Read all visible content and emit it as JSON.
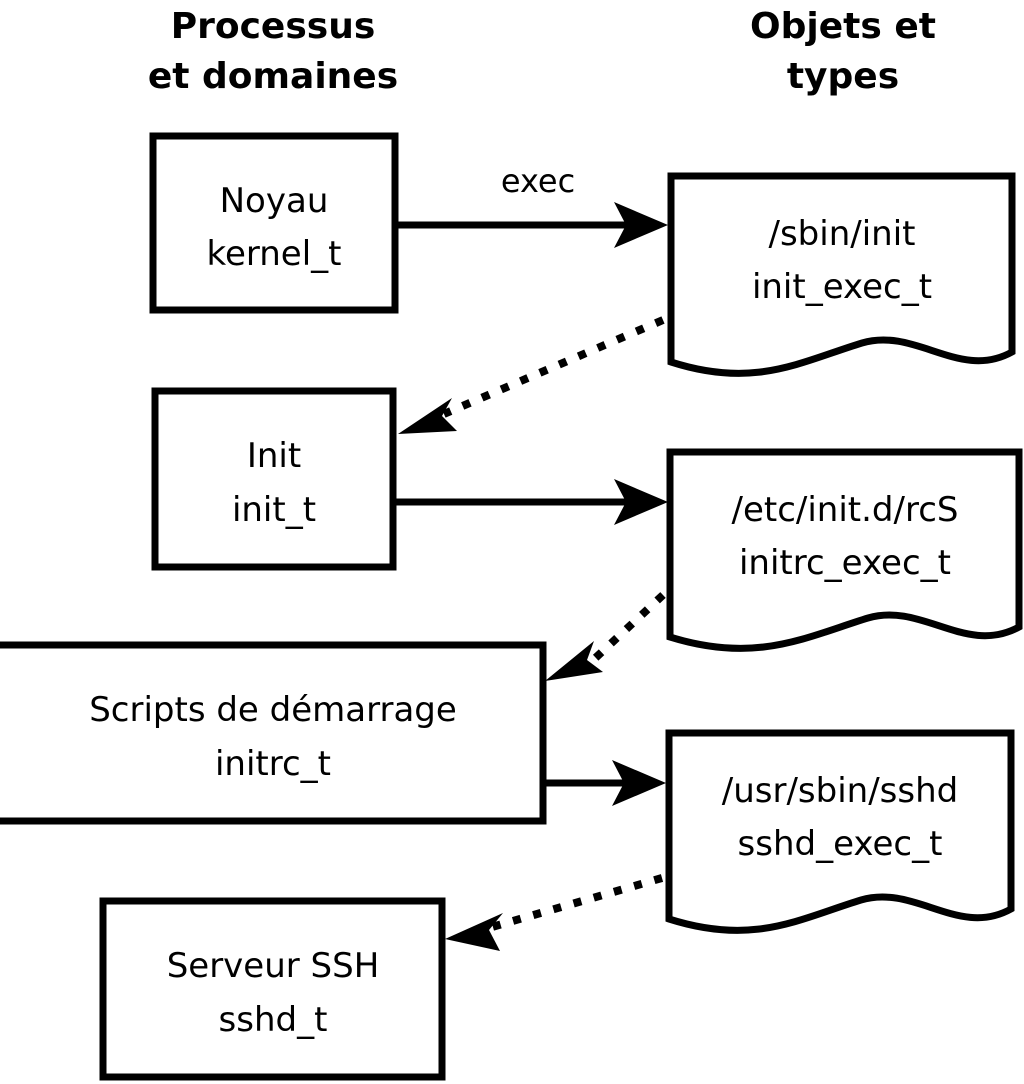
{
  "columns": {
    "left": {
      "line1": "Processus",
      "line2": "et domaines"
    },
    "right": {
      "line1": "Objets et",
      "line2": "types"
    }
  },
  "process_nodes": [
    {
      "id": "kernel",
      "line1": "Noyau",
      "line2": "kernel_t"
    },
    {
      "id": "init",
      "line1": "Init",
      "line2": "init_t"
    },
    {
      "id": "initrc",
      "line1": "Scripts de démarrage",
      "line2": "initrc_t"
    },
    {
      "id": "sshd",
      "line1": "Serveur SSH",
      "line2": "sshd_t"
    }
  ],
  "object_nodes": [
    {
      "id": "init_exec",
      "line1": "/sbin/init",
      "line2": "init_exec_t"
    },
    {
      "id": "initrc_exec",
      "line1": "/etc/init.d/rcS",
      "line2": "initrc_exec_t"
    },
    {
      "id": "sshd_exec",
      "line1": "/usr/sbin/sshd",
      "line2": "sshd_exec_t"
    }
  ],
  "edges": [
    {
      "id": "kernel-to-init-exec",
      "label": "exec",
      "style": "solid"
    },
    {
      "id": "init-exec-to-init",
      "label": "",
      "style": "dotted"
    },
    {
      "id": "init-to-initrc-exec",
      "label": "",
      "style": "solid"
    },
    {
      "id": "initrc-exec-to-initrc",
      "label": "",
      "style": "dotted"
    },
    {
      "id": "initrc-to-sshd-exec",
      "label": "",
      "style": "solid"
    },
    {
      "id": "sshd-exec-to-sshd",
      "label": "",
      "style": "dotted"
    }
  ],
  "colors": {
    "background": "#ffffff",
    "stroke": "#000000",
    "text": "#000000"
  }
}
